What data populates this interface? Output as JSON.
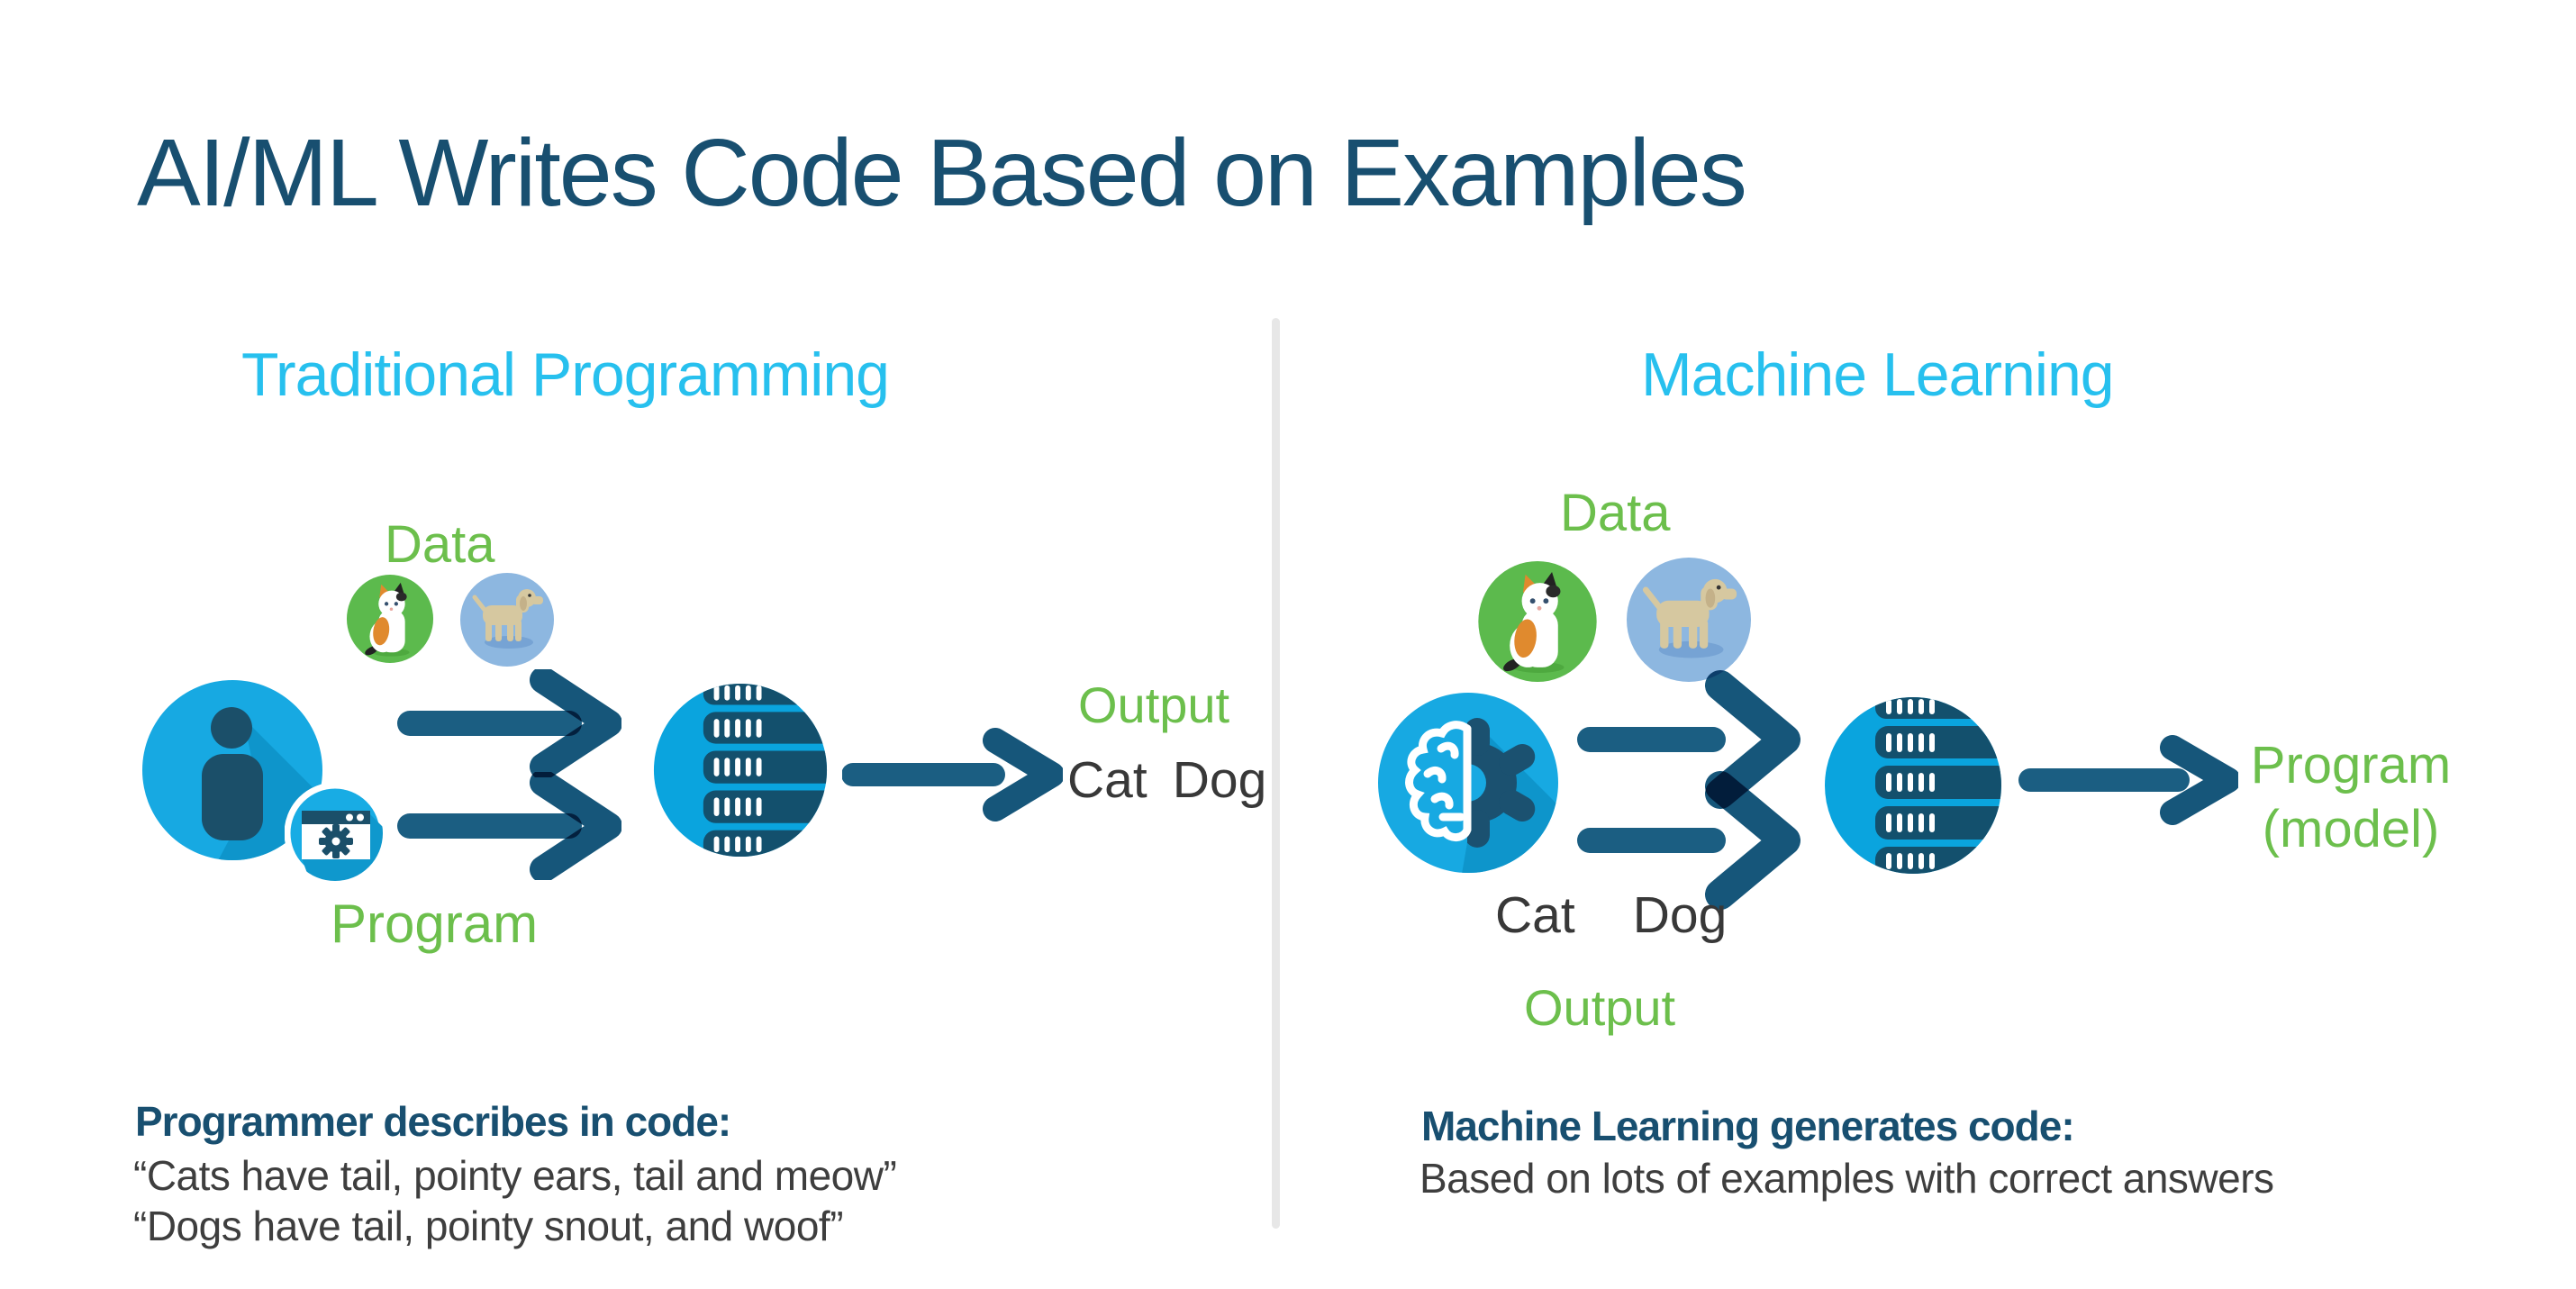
{
  "slide_title": "AI/ML Writes Code Based on Examples",
  "left_panel": {
    "heading": "Traditional Programming",
    "data_label": "Data",
    "program_label": "Program",
    "output_label": "Output",
    "output_cat": "Cat",
    "output_dog": "Dog",
    "caption_heading": "Programmer describes in code:",
    "caption_lines": [
      "“Cats have tail, pointy ears, tail and meow”",
      "“Dogs have tail, pointy snout, and woof”"
    ]
  },
  "right_panel": {
    "heading": "Machine Learning",
    "data_label": "Data",
    "input_cat": "Cat",
    "input_dog": "Dog",
    "output_label": "Output",
    "program_line1": "Program",
    "program_line2": "(model)",
    "caption_heading": "Machine Learning generates code:",
    "caption_lines": [
      "Based on lots of examples with correct answers"
    ]
  },
  "colors": {
    "title_navy": "#184f70",
    "heading_cyan": "#27c0ee",
    "label_green": "#6cbf4c",
    "body_gray": "#3e3e3e",
    "arrow_blue": "#1b5e82",
    "arrow_head_blue": "#16567a",
    "icon_cyan": "#17a9e2",
    "icon_navy": "#1b4f69",
    "divider_gray": "#e7e7e7"
  },
  "icons": [
    "person-icon",
    "program-window-icon",
    "cat-icon",
    "dog-icon",
    "server-icon",
    "brain-gear-icon",
    "arrow-right-icon"
  ]
}
